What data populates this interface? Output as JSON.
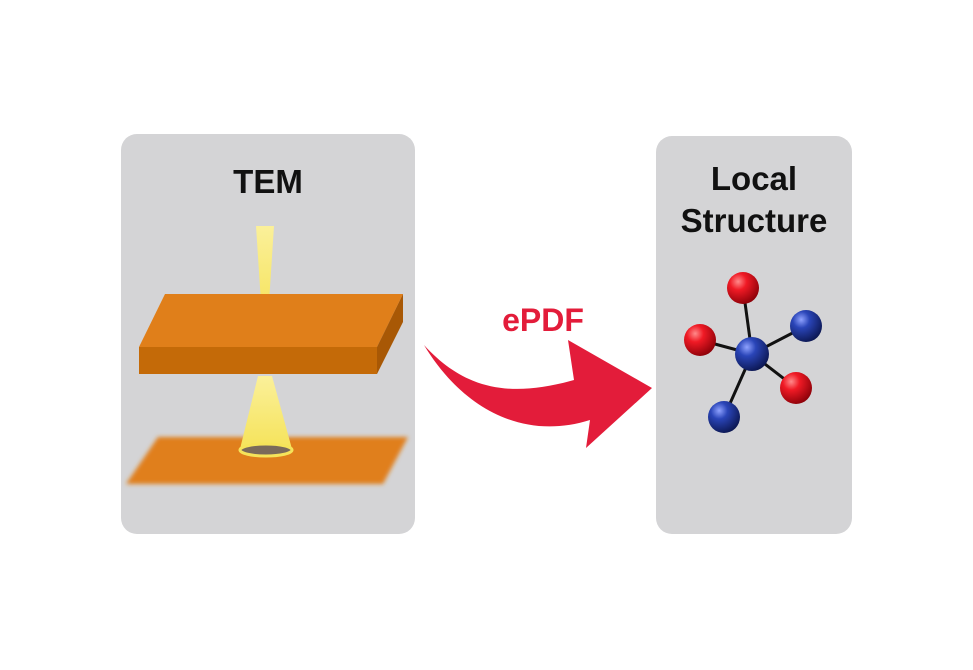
{
  "tem": {
    "title": "TEM"
  },
  "process": {
    "label": "ePDF"
  },
  "result": {
    "title_line1": "Local",
    "title_line2": "Structure"
  },
  "colors": {
    "panel": "#d4d4d6",
    "sample_top": "#e07f1a",
    "sample_side": "#c46a08",
    "beam": "#f7e86a",
    "arrow": "#e31c3a",
    "atom_red": "#e0101f",
    "atom_blue": "#1f3a9a"
  }
}
